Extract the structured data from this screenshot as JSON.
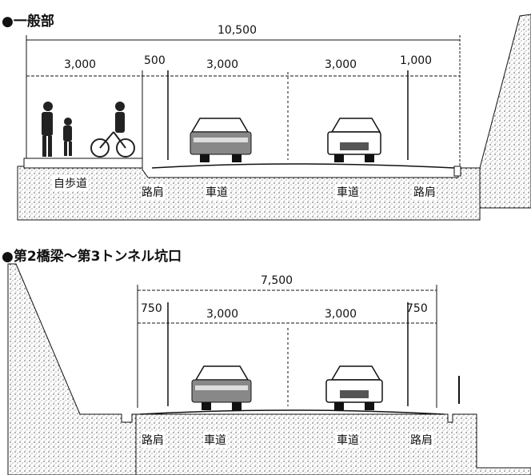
{
  "sections": [
    {
      "title": "●一般部",
      "total": "10,500",
      "dims": [
        "3,000",
        "500",
        "3,000",
        "3,000",
        "1,000"
      ],
      "labels": [
        "自歩道",
        "路肩",
        "車道",
        "車道",
        "路肩"
      ]
    },
    {
      "title": "●第2橋梁～第3トンネル坑口",
      "total": "7,500",
      "dims": [
        "750",
        "3,000",
        "3,000",
        "750"
      ],
      "labels": [
        "路肩",
        "車道",
        "車道",
        "路肩"
      ]
    }
  ],
  "colors": {
    "ink": "#111111",
    "fill": "#d9d9d9"
  }
}
